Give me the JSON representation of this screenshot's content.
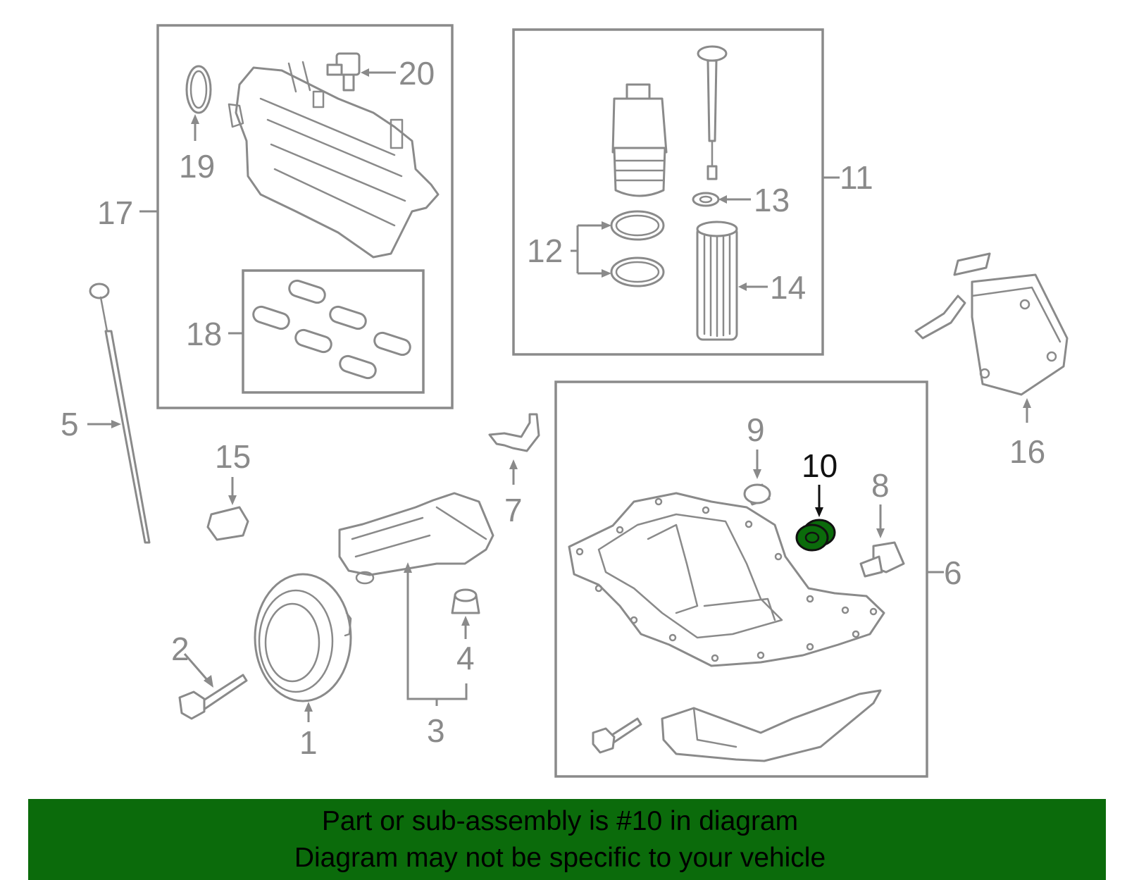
{
  "callouts": [
    "1",
    "2",
    "3",
    "4",
    "5",
    "6",
    "7",
    "8",
    "9",
    "10",
    "11",
    "12",
    "13",
    "14",
    "15",
    "16",
    "17",
    "18",
    "19",
    "20"
  ],
  "highlighted_part": "10",
  "highlight_color": "#0b6b0b",
  "banner": {
    "line1": "Part or sub-assembly is #10 in diagram",
    "line2": "Diagram may not be specific to your vehicle"
  }
}
